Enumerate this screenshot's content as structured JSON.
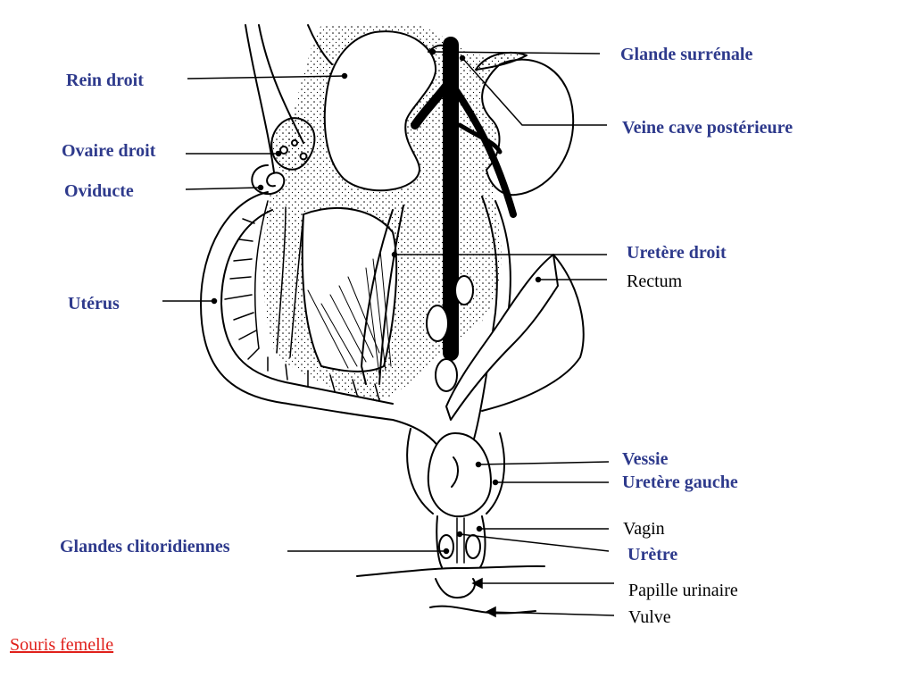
{
  "labels": {
    "rein_droit": "Rein droit",
    "ovaire_droit": "Ovaire droit",
    "oviducte": "Oviducte",
    "uterus": "Utérus",
    "glandes_clitoridiennes": "Glandes clitoridiennes",
    "glande_surrenale": "Glande surrénale",
    "veine_cave": "Veine cave postérieure",
    "uretere_droit": "Uretère droit",
    "rectum": "Rectum",
    "vessie": "Vessie",
    "uretere_gauche": "Uretère gauche",
    "vagin": "Vagin",
    "uretre": "Urètre",
    "papille_urinaire": "Papille urinaire",
    "vulve": "Vulve"
  },
  "caption": "Souris femelle",
  "colors": {
    "label_bold": "#2e3a8c",
    "label_plain": "#000000",
    "caption": "#e0201b",
    "ink": "#000000"
  }
}
